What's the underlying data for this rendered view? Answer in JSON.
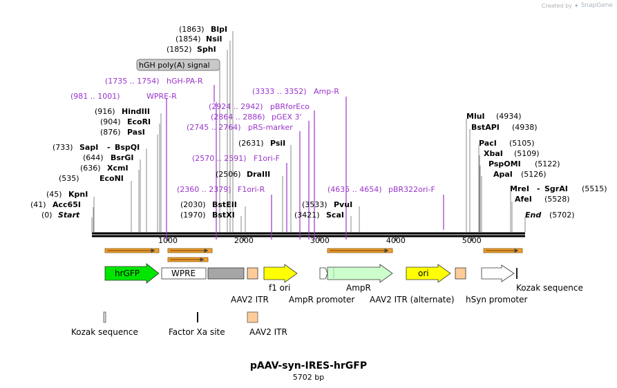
{
  "watermark": {
    "created_by": "Created by",
    "brand": "SnapGene"
  },
  "title": "pAAV-syn-IRES-hrGFP",
  "length_label": "5702 bp",
  "length": 5702,
  "ruler": [
    {
      "value": 1000,
      "label": "1000"
    },
    {
      "value": 2000,
      "label": "2000"
    },
    {
      "value": 3000,
      "label": "3000"
    },
    {
      "value": 4000,
      "label": "4000"
    },
    {
      "value": 5000,
      "label": "5000"
    }
  ],
  "sites": [
    {
      "pos": "(0)",
      "name": "Start",
      "italic": true
    },
    {
      "pos": "(41)",
      "name": "Acc65I"
    },
    {
      "pos": "(45)",
      "name": "KpnI"
    },
    {
      "pos": "(535)",
      "name": "EcoNI"
    },
    {
      "pos": "(636)",
      "name": "XcmI"
    },
    {
      "pos": "(644)",
      "name": "BsrGI"
    },
    {
      "pos": "(733)",
      "name": "SapI",
      "extra": "BspQI"
    },
    {
      "pos": "(876)",
      "name": "PasI"
    },
    {
      "pos": "(904)",
      "name": "EcoRI"
    },
    {
      "pos": "(916)",
      "name": "HindIII"
    },
    {
      "pos": "(1852)",
      "name": "SphI"
    },
    {
      "pos": "(1854)",
      "name": "NsiI"
    },
    {
      "pos": "(1863)",
      "name": "BlpI"
    },
    {
      "pos": "(1970)",
      "name": "BstXI"
    },
    {
      "pos": "(2030)",
      "name": "BstEII"
    },
    {
      "pos": "(2506)",
      "name": "DraIII"
    },
    {
      "pos": "(2631)",
      "name": "PsiI"
    },
    {
      "pos": "(3421)",
      "name": "ScaI"
    },
    {
      "pos": "(3533)",
      "name": "PvuI"
    },
    {
      "pos": "(4934)",
      "name": "MluI"
    },
    {
      "pos": "(4938)",
      "name": "BstAPI"
    },
    {
      "pos": "(5105)",
      "name": "PacI"
    },
    {
      "pos": "(5109)",
      "name": "XbaI"
    },
    {
      "pos": "(5122)",
      "name": "PspOMI"
    },
    {
      "pos": "(5126)",
      "name": "ApaI"
    },
    {
      "pos": "(5515)",
      "name": "MreI",
      "extra": "SgrAI"
    },
    {
      "pos": "(5528)",
      "name": "AfeI"
    },
    {
      "pos": "(5702)",
      "name": "End",
      "italic": true
    }
  ],
  "primers": [
    {
      "range": "(981 .. 1001)",
      "name": "WPRE-R"
    },
    {
      "range": "(1735 .. 1754)",
      "name": "hGH-PA-R"
    },
    {
      "range": "(2360 .. 2379)",
      "name": "F1ori-R"
    },
    {
      "range": "(2570 .. 2591)",
      "name": "F1ori-F"
    },
    {
      "range": "(2745 .. 2764)",
      "name": "pRS-marker"
    },
    {
      "range": "(2864 .. 2886)",
      "name": "pGEX 3'"
    },
    {
      "range": "(2924 .. 2942)",
      "name": "pBRforEco"
    },
    {
      "range": "(3333 .. 3352)",
      "name": "Amp-R"
    },
    {
      "range": "(4635 .. 4654)",
      "name": "pBR322ori-F"
    }
  ],
  "polya_label": "hGH poly(A) signal",
  "features": {
    "hrGFP": "hrGFP",
    "WPRE": "WPRE",
    "f1_ori": "f1 ori",
    "AmpR": "AmpR",
    "ori": "ori",
    "AAV2_ITR": "AAV2 ITR",
    "AmpR_promoter": "AmpR promoter",
    "AAV2_ITR_alt": "AAV2 ITR (alternate)",
    "hSyn_promoter": "hSyn promoter",
    "Kozak_right": "Kozak sequence"
  },
  "legend": {
    "kozak": "Kozak sequence",
    "factor_xa": "Factor Xa site",
    "aav2_itr": "AAV2 ITR"
  },
  "colors": {
    "primer": "#9933cc",
    "hrGFP": "#00e600",
    "f1ori": "#ffff00",
    "ori": "#ffff00",
    "AmpR": "#ccffcc",
    "ITR": "#ffcc99",
    "grey_box": "#a6a6a6",
    "orf_arrow": "#ffbb55"
  }
}
